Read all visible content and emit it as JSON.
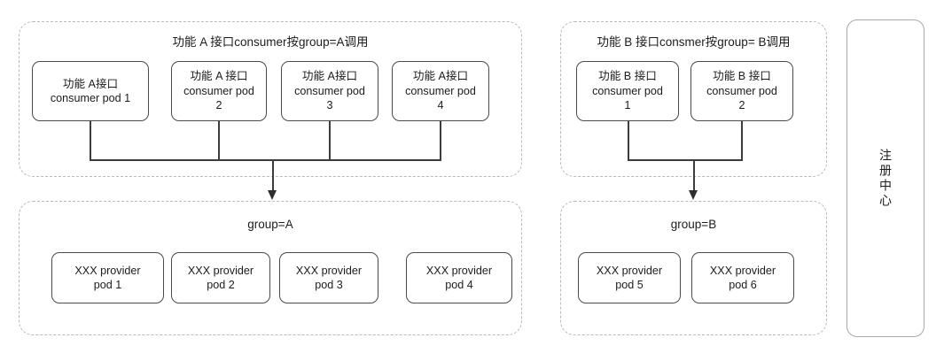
{
  "diagram": {
    "title_hidden": "",
    "colors": {
      "zone_border": "#b9b9b9",
      "pod_border": "#4a4a4a",
      "line": "#3c3c3c",
      "text": "#1c1c1c",
      "background": "#ffffff"
    }
  },
  "zones": {
    "consumer_a": {
      "title": "功能 A 接口consumer按group=A调用",
      "pods": [
        {
          "label": "功能 A接口\nconsumer pod 1"
        },
        {
          "label": "功能 A 接口\nconsumer pod\n2"
        },
        {
          "label": "功能 A接口\nconsumer pod\n3"
        },
        {
          "label": "功能 A接口\nconsumer pod\n4"
        }
      ]
    },
    "consumer_b": {
      "title": "功能 B 接口consmer按group= B调用",
      "pods": [
        {
          "label": "功能 B 接口\nconsumer pod\n1"
        },
        {
          "label": "功能 B 接口\nconsumer pod\n2"
        }
      ]
    },
    "provider_a": {
      "title": "group=A",
      "pods": [
        {
          "label": "XXX provider\npod 1"
        },
        {
          "label": "XXX provider\npod 2"
        },
        {
          "label": "XXX provider\npod 3"
        },
        {
          "label": "XXX provider\npod 4"
        }
      ]
    },
    "provider_b": {
      "title": "group=B",
      "pods": [
        {
          "label": "XXX provider\npod 5"
        },
        {
          "label": "XXX provider\npod 6"
        }
      ]
    }
  },
  "registry": {
    "label": "注册中心"
  }
}
